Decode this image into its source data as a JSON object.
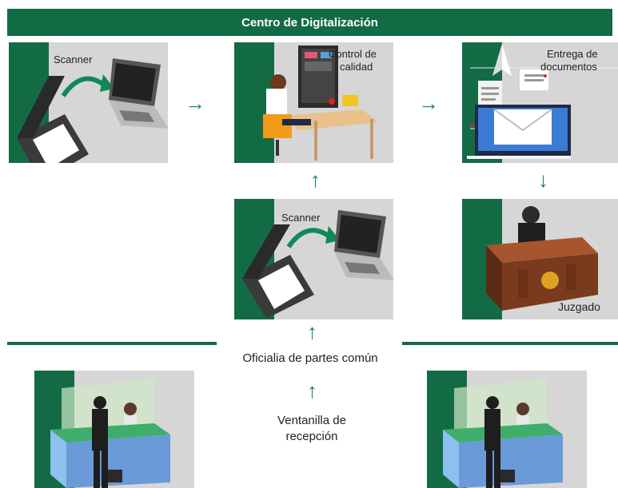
{
  "title": "Centro de Digitalización",
  "nodes": {
    "scanner_top": {
      "label": "Scanner"
    },
    "quality": {
      "label_line1": "Control de",
      "label_line2": "calidad"
    },
    "delivery": {
      "label_line1": "Entrega de",
      "label_line2": "documentos"
    },
    "scanner_mid": {
      "label": "Scanner"
    },
    "court": {
      "label": "Juzgado"
    }
  },
  "oficialia": "Oficialia de partes común",
  "ventanilla_line1": "Ventanilla de",
  "ventanilla_line2": "recepción",
  "colors": {
    "primary": "#136b45",
    "arrow": "#11885a",
    "card_bg": "#d6d6d6"
  }
}
